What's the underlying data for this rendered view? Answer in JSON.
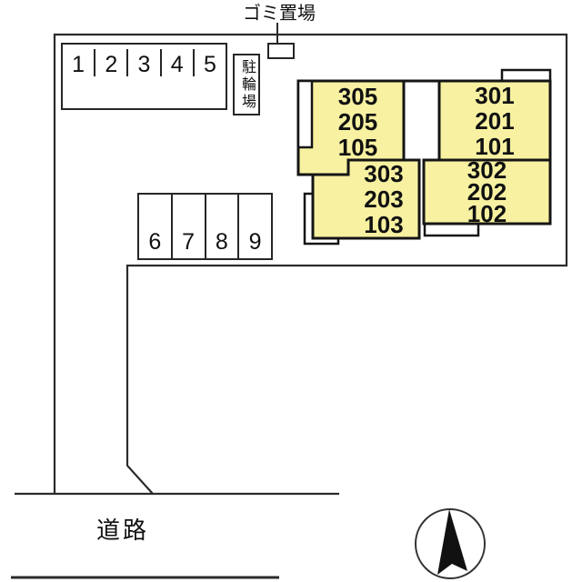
{
  "labels": {
    "garbage": "ゴミ置場",
    "bicycle_parking": "駐輪場",
    "road": "道路"
  },
  "parking_row_top": {
    "spaces": [
      "1",
      "2",
      "3",
      "4",
      "5"
    ]
  },
  "parking_row_mid": {
    "spaces": [
      "6",
      "7",
      "8",
      "9"
    ]
  },
  "building": {
    "fill_color": "#F7F1A1",
    "outline_color": "#151515",
    "units": {
      "a": {
        "lines": [
          "305",
          "205",
          "105"
        ]
      },
      "b": {
        "lines": [
          "301",
          "201",
          "101"
        ]
      },
      "c": {
        "lines": [
          "303",
          "203",
          "103"
        ]
      },
      "d": {
        "lines": [
          "302",
          "202",
          "102"
        ]
      }
    }
  },
  "compass": {
    "type": "north-arrow"
  }
}
